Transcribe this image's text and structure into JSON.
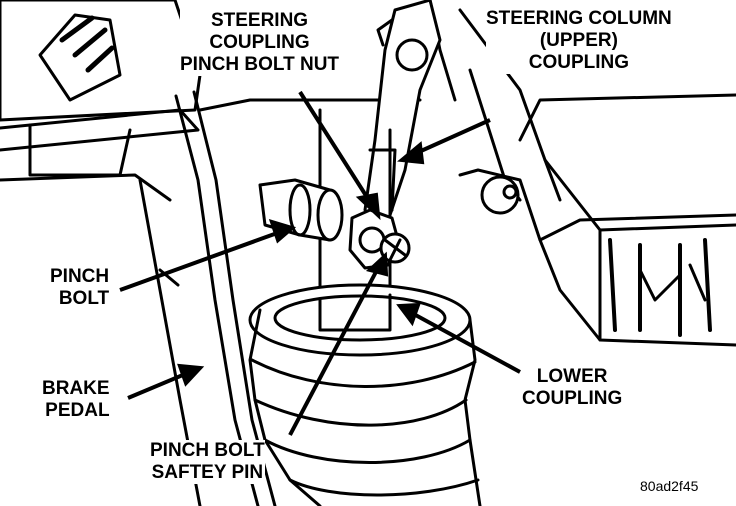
{
  "labels": {
    "steering_coupling_pinch_bolt_nut": [
      "STEERING",
      "COUPLING",
      "PINCH BOLT NUT"
    ],
    "steering_column_upper_coupling": [
      "STEERING COLUMN",
      "(UPPER)",
      "COUPLING"
    ],
    "pinch_bolt": [
      "PINCH",
      "BOLT"
    ],
    "brake_pedal": [
      "BRAKE",
      "PEDAL"
    ],
    "lower_coupling": [
      "LOWER",
      "COUPLING"
    ],
    "pinch_bolt_safety_pin": [
      "PINCH BOLT",
      "SAFTEY PIN"
    ]
  },
  "figure_code": "80ad2f45",
  "colors": {
    "ink": "#000000",
    "paper": "#ffffff"
  }
}
